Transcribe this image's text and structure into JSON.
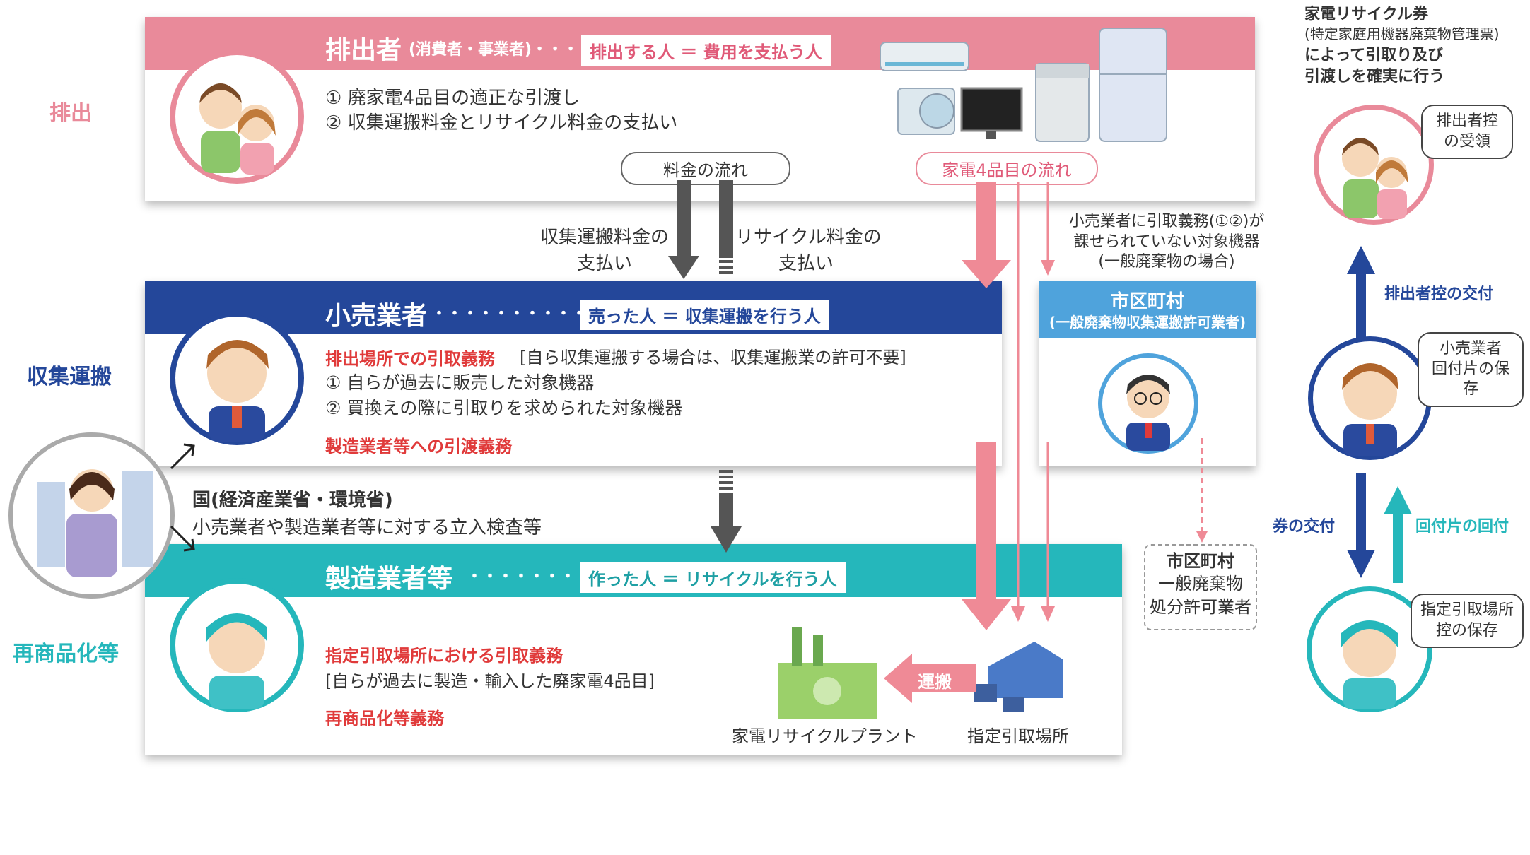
{
  "stages": {
    "discharge": "排出",
    "collection": "収集運搬",
    "recycling": "再商品化等"
  },
  "discharger": {
    "title": "排出者",
    "title_suffix": "(消費者・事業者)・・・",
    "tag": "排出する人 ＝ 費用を支払う人",
    "items": [
      "① 廃家電4品目の適正な引渡し",
      "② 収集運搬料金とリサイクル料金の支払い"
    ]
  },
  "flows": {
    "money": "料金の流れ",
    "appliances": "家電4品目の流れ",
    "transport_fee": [
      "収集運搬料金の",
      "支払い"
    ],
    "recycling_fee": [
      "リサイクル料金の",
      "支払い"
    ],
    "municipal_note": [
      "小売業者に引取義務(①②)が",
      "課せられていない対象機器",
      "(一般廃棄物の場合)"
    ],
    "transport": "運搬"
  },
  "retailer": {
    "title": "小売業者",
    "title_dots": "・・・・・・・・・・・・・・",
    "tag": "売った人 ＝ 収集運搬を行う人",
    "duty_label": "排出場所での引取義務",
    "duty_note": "[自ら収集運搬する場合は、収集運搬業の許可不要]",
    "items": [
      "① 自らが過去に販売した対象機器",
      "② 買換えの際に引取りを求められた対象機器"
    ],
    "duty2": "製造業者等への引渡義務"
  },
  "municipality": {
    "title": "市区町村",
    "subtitle": "(一般廃棄物収集運搬許可業者)"
  },
  "disposal": {
    "title": "市区町村",
    "line1": "一般廃棄物",
    "line2": "処分許可業者"
  },
  "government": {
    "title": "国(経済産業省・環境省)",
    "desc": "小売業者や製造業者等に対する立入検査等"
  },
  "manufacturer": {
    "title": "製造業者等",
    "title_dots": "・・・・・・・・・・・",
    "tag": "作った人 ＝ リサイクルを行う人",
    "duty_label": "指定引取場所における引取義務",
    "duty_note": "[自らが過去に製造・輸入した廃家電4品目]",
    "duty2": "再商品化等義務",
    "plant": "家電リサイクルプラント",
    "site": "指定引取場所"
  },
  "ticket": {
    "title": "家電リサイクル券",
    "subtitle": "(特定家庭用機器廃棄物管理票)",
    "desc1": "によって引取り及び",
    "desc2": "引渡しを確実に行う",
    "bubble_top": [
      "排出者控",
      "の受領"
    ],
    "bubble_mid": [
      "小売業者",
      "回付片の保存"
    ],
    "bubble_bot": [
      "指定引取場所",
      "控の保存"
    ],
    "label_issue_copy": "排出者控の交付",
    "label_ticket": "券の交付",
    "label_return": "回付片の回付"
  },
  "colors": {
    "pink": "#e98a9a",
    "navy": "#24479a",
    "teal": "#25b7bb",
    "light_blue": "#4fa3dc",
    "red": "#e03a3a"
  }
}
